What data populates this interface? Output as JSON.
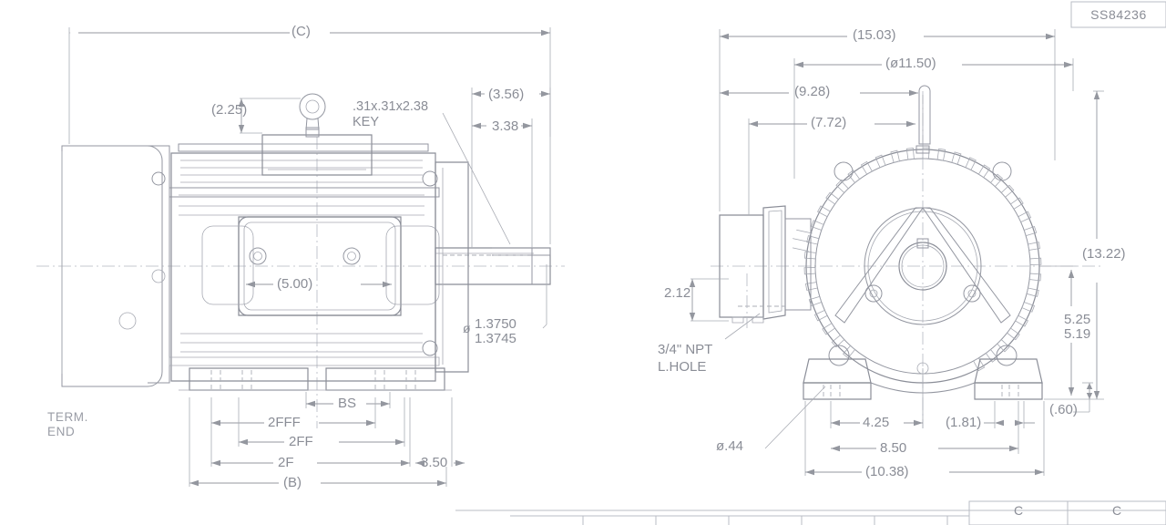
{
  "drawing": {
    "number": "SS84236",
    "title_block": {
      "rev_left": "C",
      "rev_right": "C"
    }
  },
  "views": {
    "side": {
      "label_term_end_line1": "TERM.",
      "label_term_end_line2": "END",
      "dimensions": {
        "overall_c": "(C)",
        "eye_bolt_height": "(2.25)",
        "key_note_line1": ".31x.31x2.38",
        "key_note_line2": "KEY",
        "shaft_ext_ref": "(3.56)",
        "shaft_ext": "3.38",
        "shaft_dia_sym": "ø",
        "shaft_dia_max": "1.3750",
        "shaft_dia_min": "1.3745",
        "box_width": "(5.00)",
        "bs": "BS",
        "twoFFF": "2FFF",
        "twoFF": "2FF",
        "twoF": "2F",
        "rear_ext": "3.50",
        "overall_b": "(B)"
      }
    },
    "end": {
      "notes": {
        "npt_line1": "3/4\" NPT",
        "npt_line2": "L.HOLE",
        "bolt_hole_dia": "ø.44"
      },
      "dimensions": {
        "overall_width": "(15.03)",
        "frame_dia": "(ø11.50)",
        "dim_928": "(9.28)",
        "dim_772": "(7.72)",
        "box_height": "2.12",
        "overall_height": "(13.22)",
        "shaft_ht_max": "5.25",
        "shaft_ht_min": "5.19",
        "foot_thick": "(.60)",
        "foot_inner": "4.25",
        "dim_181": "(1.81)",
        "foot_span": "8.50",
        "base_width": "(10.38)"
      }
    }
  }
}
